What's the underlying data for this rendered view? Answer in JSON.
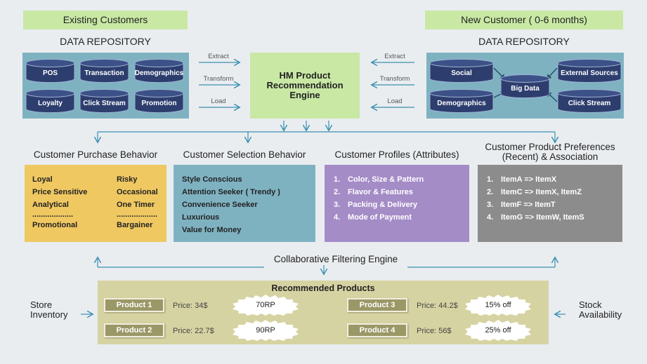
{
  "existing": {
    "title": "Existing Customers",
    "repo_heading": "DATA REPOSITORY",
    "stores": [
      "POS",
      "Transaction",
      "Demographics",
      "Loyalty",
      "Click Stream",
      "Promotion"
    ]
  },
  "new_customer": {
    "title": "New Customer ( 0-6 months)",
    "repo_heading": "DATA REPOSITORY",
    "stores": [
      "Social",
      "Big Data",
      "External Sources",
      "Demographics",
      "Click Stream"
    ]
  },
  "etl": {
    "extract": "Extract",
    "transform": "Transform",
    "load": "Load"
  },
  "engine": {
    "line1": "HM Product",
    "line2": "Recommendation",
    "line3": "Engine"
  },
  "purchase": {
    "title": "Customer Purchase Behavior",
    "left": [
      "Loyal",
      "Price Sensitive",
      "Analytical",
      "...................",
      "Promotional"
    ],
    "right": [
      "Risky",
      "Occasional",
      "One Timer",
      "...................",
      "Bargainer"
    ]
  },
  "selection": {
    "title": "Customer Selection Behavior",
    "items": [
      "Style Conscious",
      "Attention Seeker ( Trendy )",
      "Convenience Seeker",
      "Luxurious",
      "Value for Money"
    ]
  },
  "profiles": {
    "title": "Customer Profiles (Attributes)",
    "items": [
      {
        "num": "1.",
        "text": "Color, Size & Pattern"
      },
      {
        "num": "2.",
        "text": "Flavor & Features"
      },
      {
        "num": "3.",
        "text": "Packing & Delivery"
      },
      {
        "num": "4.",
        "text": "Mode of Payment"
      }
    ]
  },
  "preferences": {
    "title_line1": "Customer Product Preferences",
    "title_line2": "(Recent) & Association",
    "items": [
      {
        "num": "1.",
        "text": "ItemA => ItemX"
      },
      {
        "num": "2.",
        "text": "ItemC => ItemX, ItemZ"
      },
      {
        "num": "3.",
        "text": "ItemF => ItemT"
      },
      {
        "num": "4.",
        "text": "ItemG => ItemW, ItemS"
      }
    ]
  },
  "cf_engine": "Collaborative Filtering Engine",
  "recommended": {
    "title": "Recommended Products",
    "products": [
      {
        "name": "Product 1",
        "price": "Price: 34$",
        "offer": "70RP"
      },
      {
        "name": "Product 2",
        "price": "Price: 22.7$",
        "offer": "90RP"
      },
      {
        "name": "Product 3",
        "price": "Price: 44.2$",
        "offer": "15% off"
      },
      {
        "name": "Product 4",
        "price": "Price: 56$",
        "offer": "25% off"
      }
    ]
  },
  "store_inventory": {
    "line1": "Store",
    "line2": "Inventory"
  },
  "stock_availability": {
    "line1": "Stock",
    "line2": "Availability"
  },
  "colors": {
    "green": "#c8e8a4",
    "blue": "#7fb2c1",
    "yellow": "#efc862",
    "purple": "#a48cc7",
    "gray": "#8c8c8c",
    "olive": "#d6d3a2",
    "cylinder": "#2d3e6e"
  }
}
